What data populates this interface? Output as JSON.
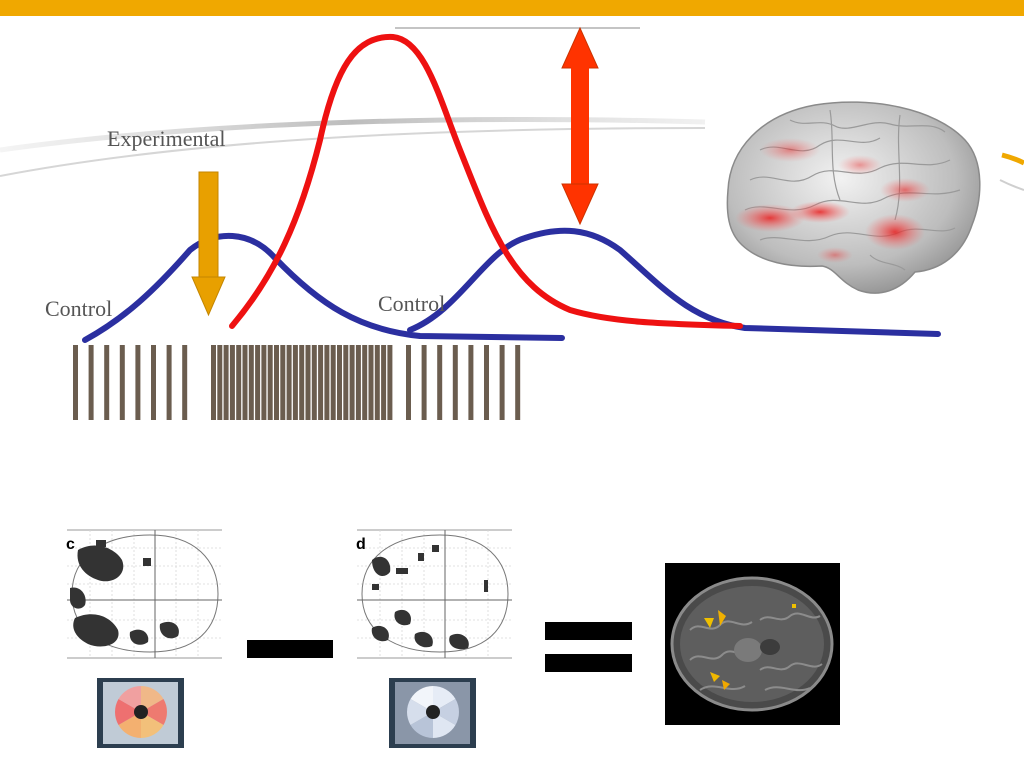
{
  "slide": {
    "accent_color": "#f0a800",
    "labels": {
      "experimental": "Experimental",
      "control_left": "Control",
      "control_right": "Control"
    },
    "panels": {
      "left_panel_letter": "c",
      "right_panel_letter": "d"
    },
    "operators": {
      "minus": "minus",
      "equals": "equals"
    },
    "colors": {
      "red_curve": "#ee1111",
      "blue_curve": "#2b2fa0",
      "red_arrow": "#ff3300",
      "orange_arrow": "#e8a000",
      "stimulus_bars": "#6b5d4f"
    }
  }
}
